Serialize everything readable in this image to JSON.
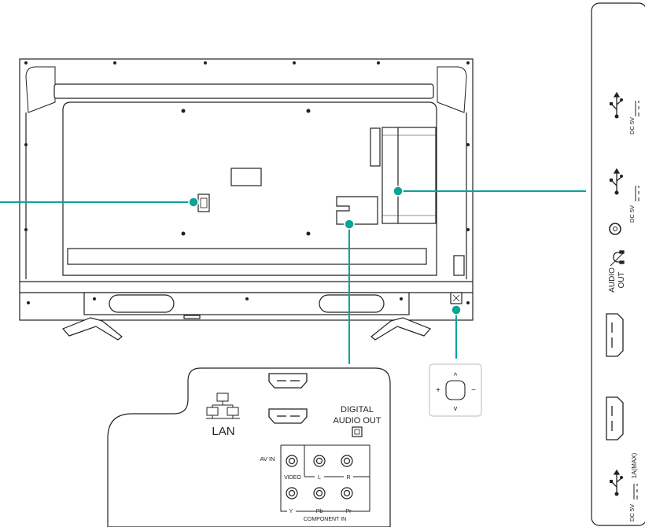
{
  "colors": {
    "callout": "#0aa39a",
    "line": "#222222",
    "fill_light": "#f2f2f2"
  },
  "side_panel": {
    "usb1_label": "DC 5V",
    "usb2_label": "DC 5V",
    "audio_label_line1": "AUDIO",
    "audio_label_line2": "OUT",
    "usb3_label": "DC 5V",
    "usb3_current": "1A(MAX)",
    "icons": [
      "usb-icon",
      "usb-icon",
      "headphone-jack-icon",
      "headphone-icon",
      "hdmi-port-icon",
      "hdmi-port-icon",
      "usb-icon"
    ]
  },
  "bottom_panel": {
    "lan_label": "LAN",
    "digital_label_line1": "DIGITAL",
    "digital_label_line2": "AUDIO OUT",
    "av_in_label": "AV IN",
    "video_label": "VIDEO",
    "l_label": "L",
    "r_label": "R",
    "y_label": "Y",
    "pb_label": "Pb",
    "pr_label": "Pr",
    "component_label": "COMPONENT IN"
  },
  "control_pad": {
    "plus": "+",
    "minus": "−",
    "up": "^",
    "down": "v"
  }
}
